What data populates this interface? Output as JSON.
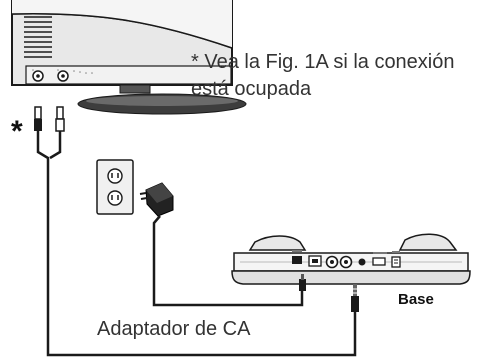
{
  "note": {
    "asterisk": "*",
    "line1": "* Vea la Fig. 1A si la conexión",
    "line2": "está ocupada"
  },
  "labels": {
    "adapter": "Adaptador de CA",
    "base": "Base"
  },
  "colors": {
    "line": "#1a1a1a",
    "tv_body": "#e6e6e6",
    "tv_stand": "#444444",
    "text": "#333333"
  }
}
